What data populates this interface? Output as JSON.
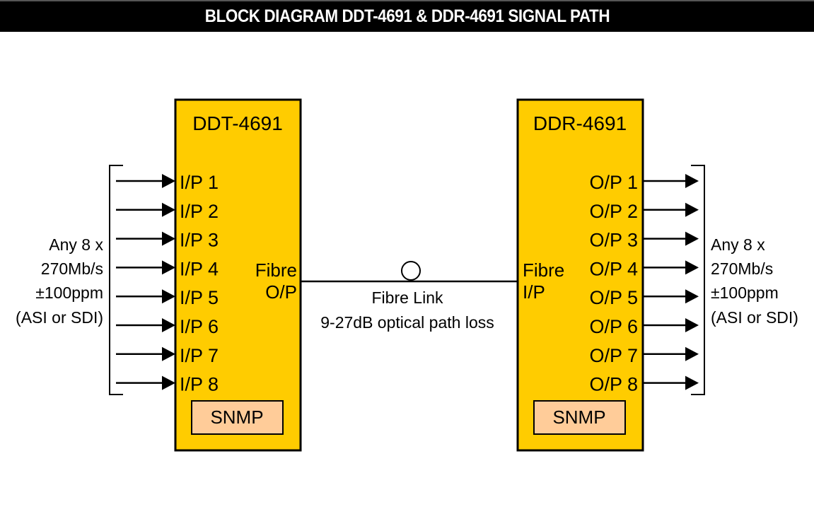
{
  "title": "BLOCK DIAGRAM DDT-4691 & DDR-4691 SIGNAL PATH",
  "colors": {
    "unit_fill": "#FFCC00",
    "snmp_fill": "#FFCC99",
    "line": "#000000",
    "title_bg": "#000000",
    "title_text": "#FFFFFF"
  },
  "transmitter": {
    "name": "DDT-4691",
    "ports": [
      "I/P 1",
      "I/P 2",
      "I/P 3",
      "I/P 4",
      "I/P 5",
      "I/P 6",
      "I/P 7",
      "I/P 8"
    ],
    "fibre_label_line1": "Fibre",
    "fibre_label_line2": "O/P",
    "snmp": "SNMP"
  },
  "receiver": {
    "name": "DDR-4691",
    "ports": [
      "O/P 1",
      "O/P 2",
      "O/P 3",
      "O/P 4",
      "O/P 5",
      "O/P 6",
      "O/P 7",
      "O/P 8"
    ],
    "fibre_label_line1": "Fibre",
    "fibre_label_line2": "I/P",
    "snmp": "SNMP"
  },
  "input_spec": [
    "Any 8 x",
    "270Mb/s",
    "±100ppm",
    "(ASI or SDI)"
  ],
  "output_spec": [
    "Any 8 x",
    "270Mb/s",
    "±100ppm",
    "(ASI or SDI)"
  ],
  "fibre_link": {
    "label": "Fibre Link",
    "loss": "9-27dB optical path loss"
  }
}
